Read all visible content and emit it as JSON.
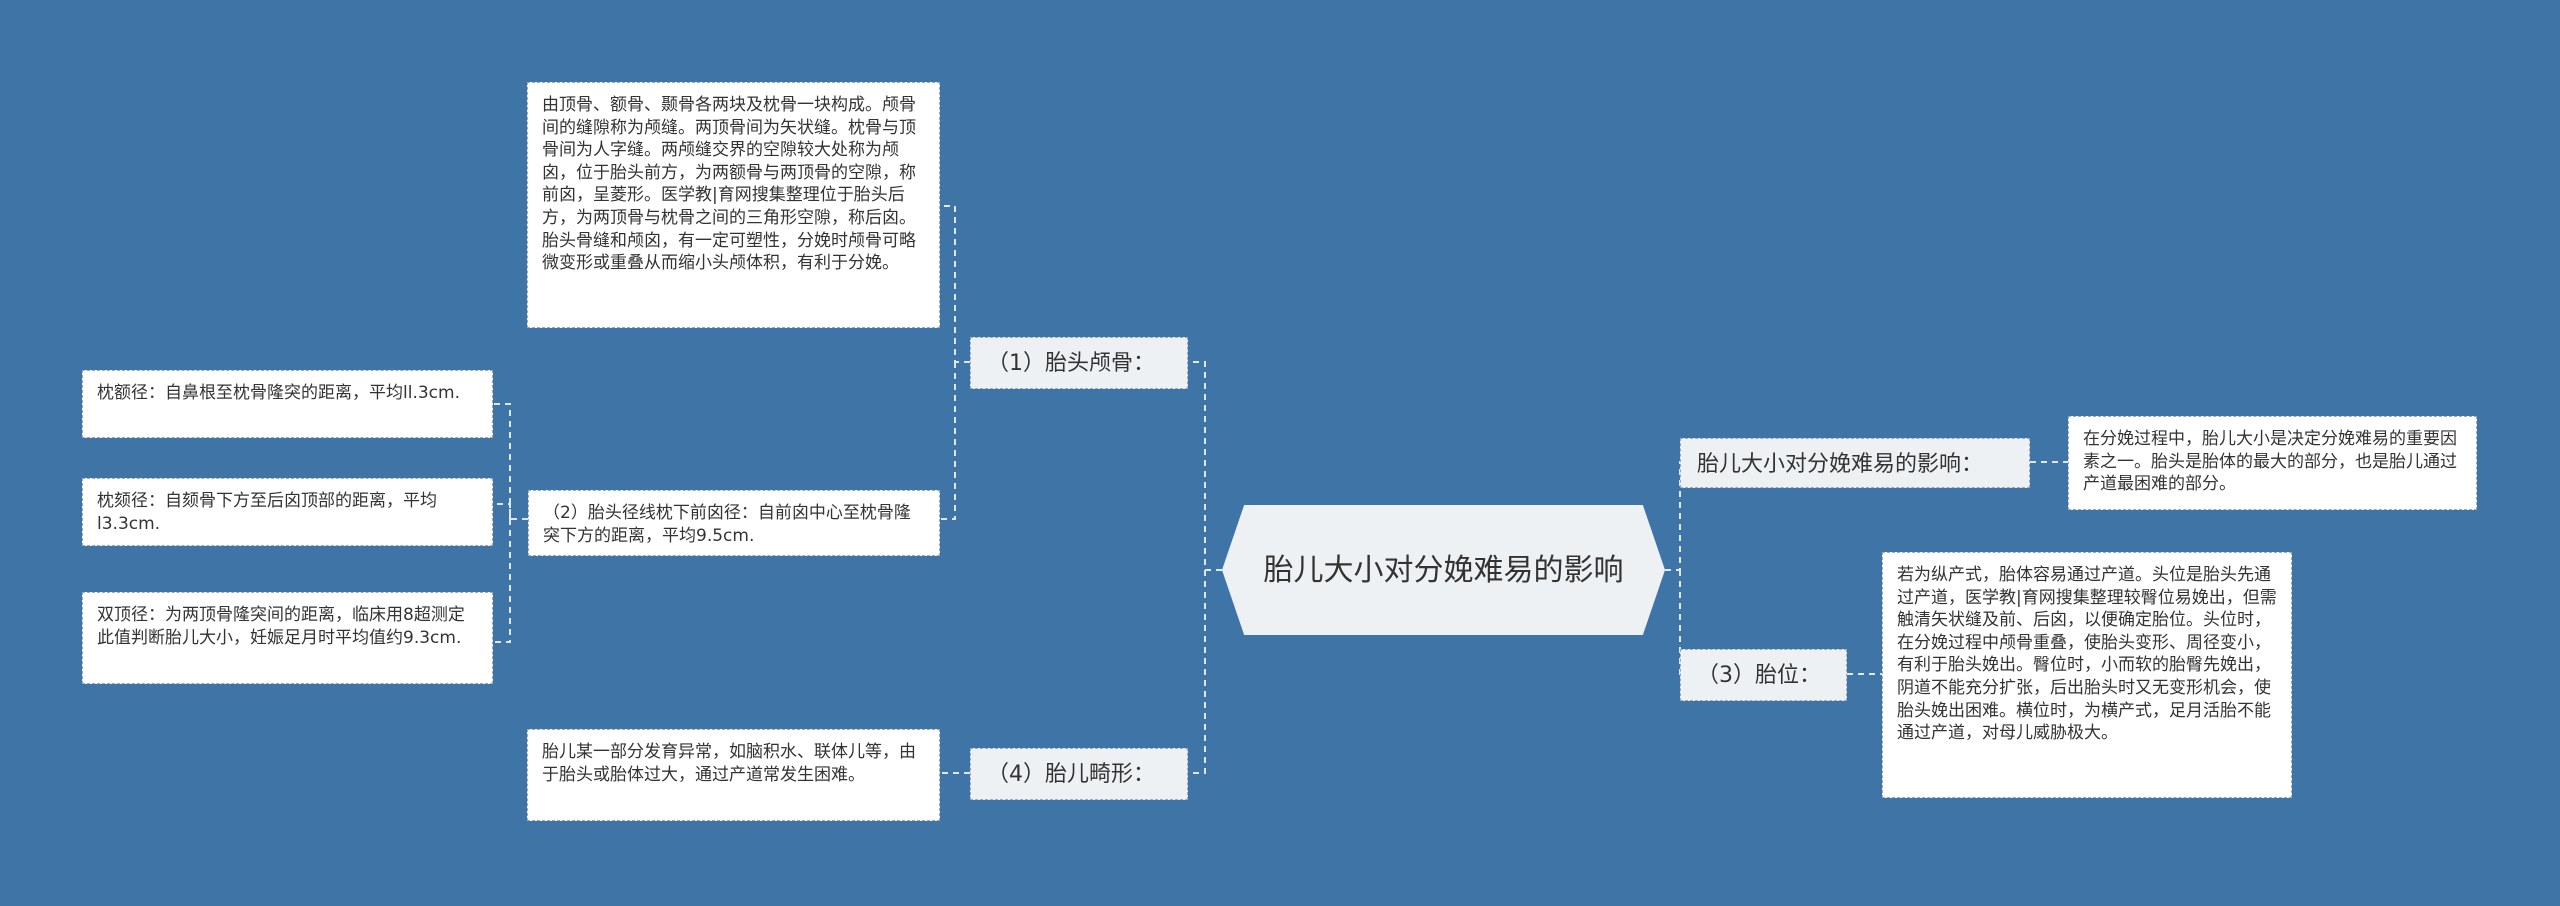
{
  "root": {
    "label": "胎儿大小对分娩难易的影响"
  },
  "left": [
    {
      "label": "（1）胎头颅骨：",
      "detail": "由顶骨、额骨、颞骨各两块及枕骨一块构成。颅骨间的缝隙称为颅缝。两顶骨间为矢状缝。枕骨与顶骨间为人字缝。两颅缝交界的空隙较大处称为颅囟，位于胎头前方，为两额骨与两顶骨的空隙，称前囟，呈菱形。医学教|育网搜集整理位于胎头后方，为两顶骨与枕骨之间的三角形空隙，称后囟。胎头骨缝和颅囟，有一定可塑性，分娩时颅骨可略微变形或重叠从而缩小头颅体积，有利于分娩。"
    },
    {
      "label": "（2）胎头径线枕下前囟径：自前囟中心至枕骨隆突下方的距离，平均9.5cm.",
      "children": [
        "枕额径：自鼻根至枕骨隆突的距离，平均ll.3cm.",
        "枕颏径：自颏骨下方至后囟顶部的距离，平均l3.3cm.",
        "双顶径：为两顶骨隆突间的距离，临床用8超测定此值判断胎儿大小，妊娠足月时平均值约9.3cm."
      ]
    },
    {
      "label": "（4）胎儿畸形：",
      "detail": "胎儿某一部分发育异常，如脑积水、联体儿等，由于胎头或胎体过大，通过产道常发生困难。"
    }
  ],
  "right": [
    {
      "label": "胎儿大小对分娩难易的影响：",
      "detail": "在分娩过程中，胎儿大小是决定分娩难易的重要因素之一。胎头是胎体的最大的部分，也是胎儿通过产道最困难的部分。"
    },
    {
      "label": "（3）胎位：",
      "detail": "若为纵产式，胎体容易通过产道。头位是胎头先通过产道，医学教|育网搜集整理较臀位易娩出，但需触清矢状缝及前、后囟，以便确定胎位。头位时，在分娩过程中颅骨重叠，使胎头变形、周径变小，有利于胎头娩出。臀位时，小而软的胎臀先娩出，阴道不能充分扩张，后出胎头时又无变形机会，使胎头娩出困难。横位时，为横产式，足月活胎不能通过产道，对母儿威胁极大。"
    }
  ],
  "colors": {
    "background": "#3f74a7",
    "node": "#ffffff",
    "center": "#eef1f4",
    "connector": "#dfe7ef"
  }
}
